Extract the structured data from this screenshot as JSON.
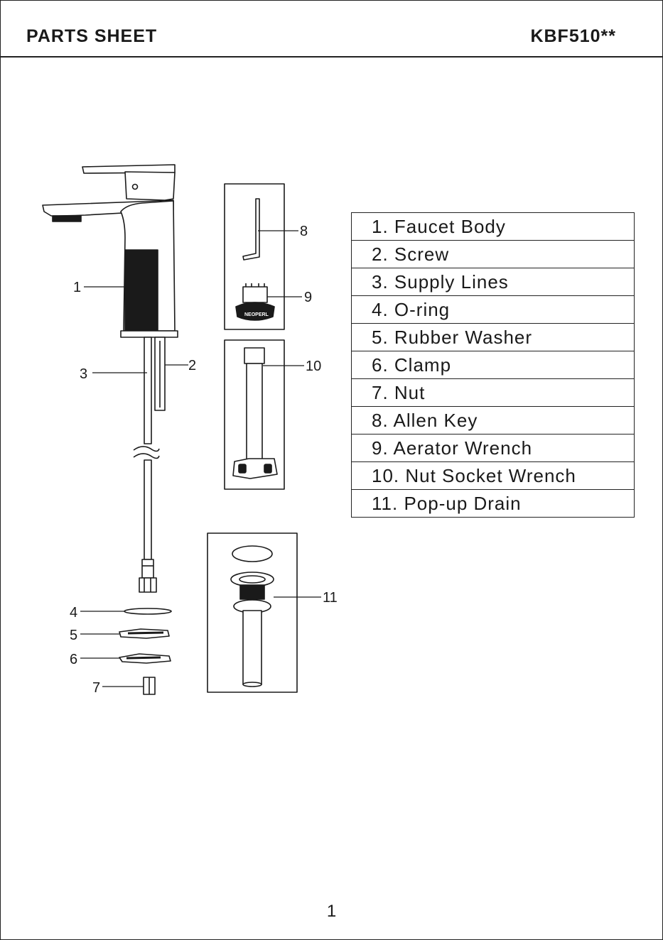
{
  "header": {
    "title": "PARTS SHEET",
    "model": "KBF510**"
  },
  "callouts": [
    "1",
    "2",
    "3",
    "4",
    "5",
    "6",
    "7",
    "8",
    "9",
    "10",
    "11"
  ],
  "aerator_logo_text": "NEOPERL",
  "parts": [
    "1. Faucet Body",
    "2. Screw",
    "3. Supply Lines",
    "4. O-ring",
    "5. Rubber Washer",
    "6. Clamp",
    "7. Nut",
    "8. Allen Key",
    "9. Aerator Wrench",
    "10. Nut Socket Wrench",
    "11. Pop-up Drain"
  ],
  "footer": {
    "page_number": "1"
  }
}
